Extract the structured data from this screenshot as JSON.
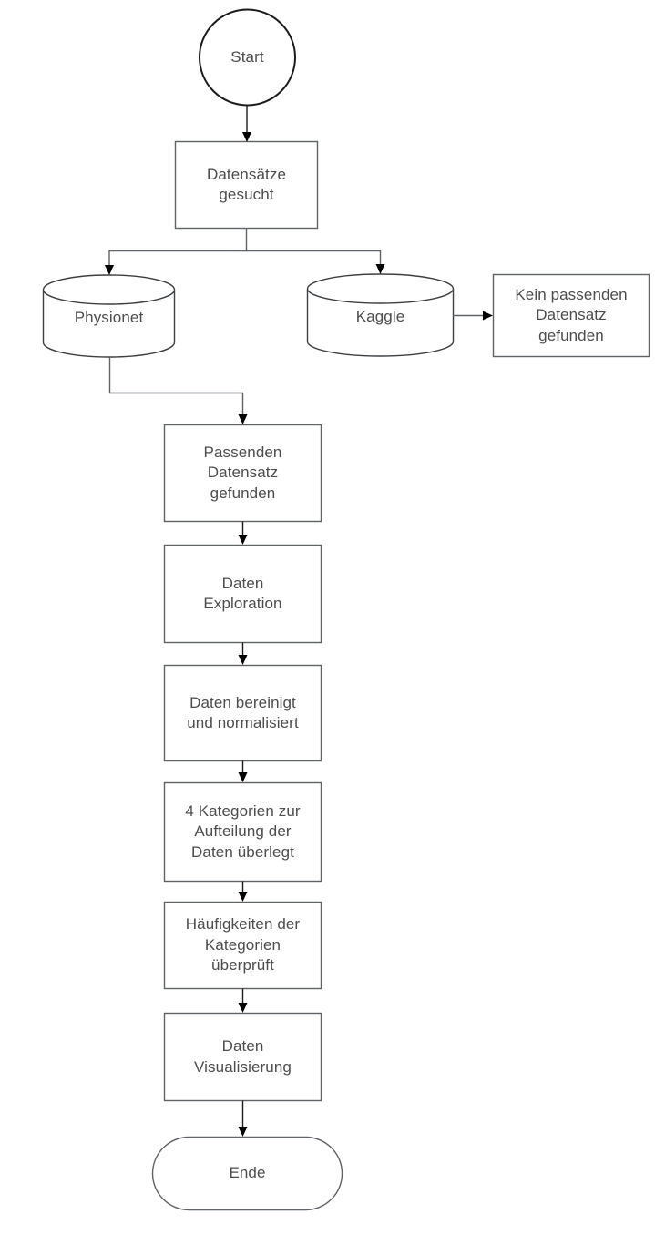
{
  "diagram": {
    "title": "Datensatz-Workflow Flussdiagramm",
    "language": "de",
    "background_color": "#ffffff",
    "stroke_color": "#5f6368",
    "text_color": "#4d4d4d",
    "arrow_color": "#000000"
  },
  "nodes": {
    "start": {
      "label": "Start",
      "shape": "circle"
    },
    "search_datasets": {
      "label": "Datensätze\ngesucht",
      "shape": "process"
    },
    "physionet": {
      "label": "Physionet",
      "shape": "database"
    },
    "kaggle": {
      "label": "Kaggle",
      "shape": "database"
    },
    "no_dataset": {
      "label": "Kein passenden\nDatensatz\ngefunden",
      "shape": "process"
    },
    "dataset_found": {
      "label": "Passenden\nDatensatz\ngefunden",
      "shape": "process"
    },
    "exploration": {
      "label": "Daten\nExploration",
      "shape": "process"
    },
    "cleaned": {
      "label": "Daten bereinigt\nund normalisiert",
      "shape": "process"
    },
    "categories": {
      "label": "4 Kategorien zur\nAufteilung der\nDaten überlegt",
      "shape": "process"
    },
    "frequencies": {
      "label": "Häufigkeiten der\nKategorien\nüberprüft",
      "shape": "process"
    },
    "visualization": {
      "label": "Daten\nVisualisierung",
      "shape": "process"
    },
    "end": {
      "label": "Ende",
      "shape": "terminator"
    }
  },
  "edges": [
    {
      "id": "start-to-search",
      "from": "start",
      "to": "search_datasets",
      "label": ""
    },
    {
      "id": "search-to-physionet",
      "from": "search_datasets",
      "to": "physionet",
      "label": ""
    },
    {
      "id": "search-to-kaggle",
      "from": "search_datasets",
      "to": "kaggle",
      "label": ""
    },
    {
      "id": "kaggle-to-no-dataset",
      "from": "kaggle",
      "to": "no_dataset",
      "label": ""
    },
    {
      "id": "physionet-to-dataset-found",
      "from": "physionet",
      "to": "dataset_found",
      "label": ""
    },
    {
      "id": "dataset-found-to-exploration",
      "from": "dataset_found",
      "to": "exploration",
      "label": ""
    },
    {
      "id": "exploration-to-cleaned",
      "from": "exploration",
      "to": "cleaned",
      "label": ""
    },
    {
      "id": "cleaned-to-categories",
      "from": "cleaned",
      "to": "categories",
      "label": ""
    },
    {
      "id": "categories-to-frequencies",
      "from": "categories",
      "to": "frequencies",
      "label": ""
    },
    {
      "id": "frequencies-to-visualization",
      "from": "frequencies",
      "to": "visualization",
      "label": ""
    },
    {
      "id": "visualization-to-end",
      "from": "visualization",
      "to": "end",
      "label": ""
    }
  ]
}
